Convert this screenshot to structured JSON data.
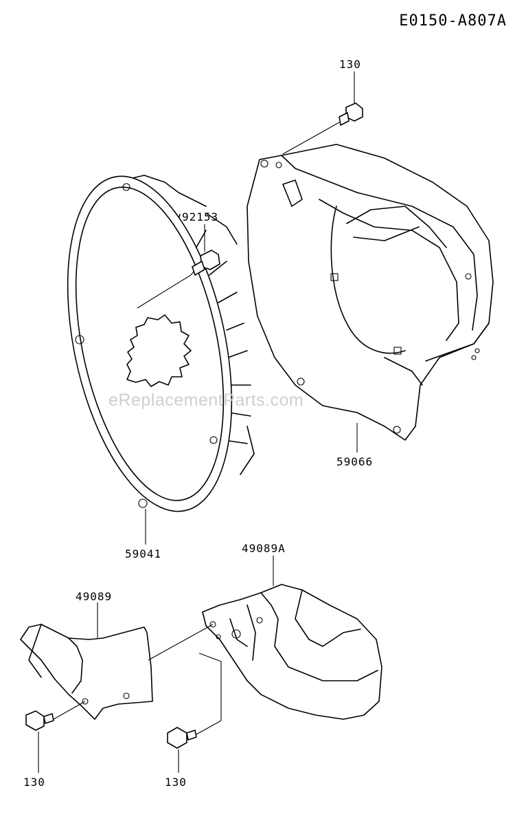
{
  "diagram": {
    "id": "E0150-A807A",
    "watermark": "eReplacementParts.com"
  },
  "parts": [
    {
      "key": "bolt-top",
      "number": "130"
    },
    {
      "key": "bolt-fan",
      "number": "92153"
    },
    {
      "key": "fan-housing",
      "number": "59066"
    },
    {
      "key": "fan",
      "number": "59041"
    },
    {
      "key": "cover-right",
      "number": "49089A"
    },
    {
      "key": "cover-left",
      "number": "49089"
    },
    {
      "key": "bolt-bottom-left",
      "number": "130"
    },
    {
      "key": "bolt-bottom-mid",
      "number": "130"
    }
  ]
}
